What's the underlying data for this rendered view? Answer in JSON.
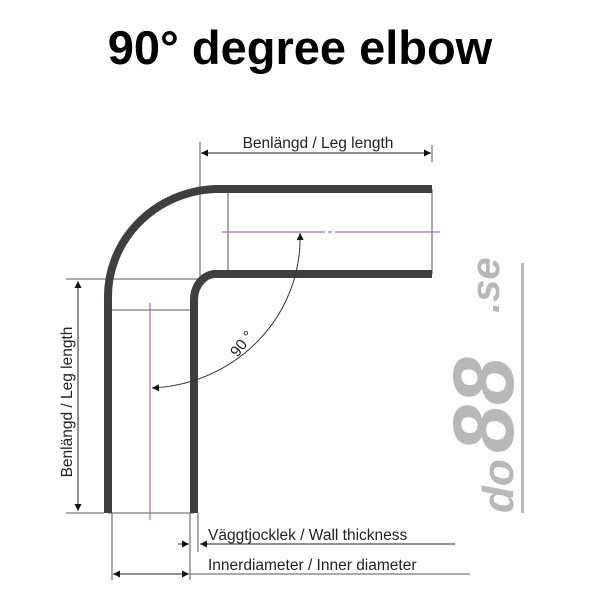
{
  "title": "90° degree elbow",
  "labels": {
    "leg_length_top": "Benlängd / Leg length",
    "leg_length_left": "Benlängd / Leg length",
    "angle": "90 °",
    "wall_thickness": "Väggtjocklek / Wall thickness",
    "inner_diameter": "Innerdiameter / Inner diameter"
  },
  "logo": {
    "text_do": "do",
    "text_88": "88",
    "text_se": ".se",
    "color": "#b8b8b8"
  },
  "colors": {
    "tube": "#3f3f3f",
    "dimension_line": "#333333",
    "centerline": "#a070b8"
  }
}
